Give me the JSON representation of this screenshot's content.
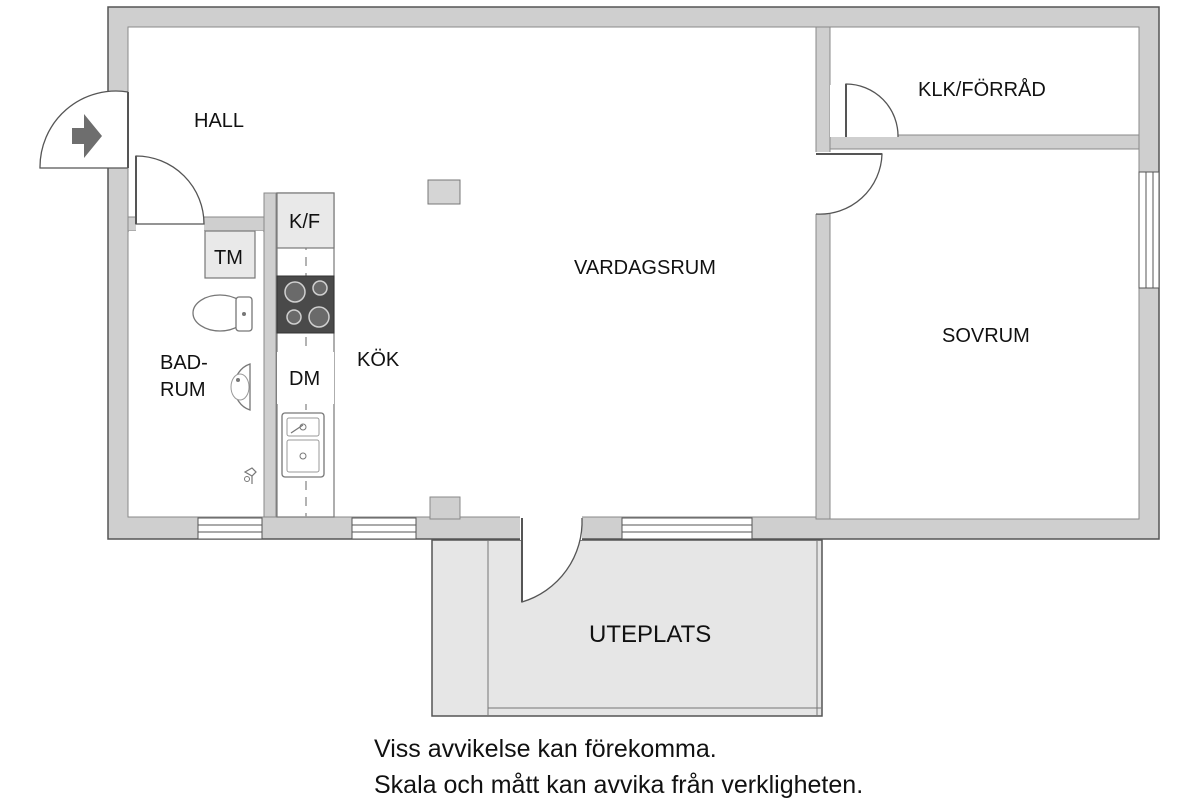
{
  "rooms": {
    "hall": "HALL",
    "klk_forrad": "KLK/FÖRRÅD",
    "vardagsrum": "VARDAGSRUM",
    "sovrum": "SOVRUM",
    "kok": "KÖK",
    "badrum_line1": "BAD-",
    "badrum_line2": "RUM",
    "uteplats": "UTEPLATS"
  },
  "fixtures": {
    "tm": "TM",
    "kf": "K/F",
    "dm": "DM"
  },
  "disclaimer": {
    "line1": "Viss avvikelse kan förekomma.",
    "line2": "Skala och mått kan avvika från verkligheten."
  },
  "colors": {
    "wall": "#cfcfcf",
    "wall_edge": "#8a8a8a",
    "outline": "#555555",
    "floor": "#ffffff",
    "terrace": "#e6e6e6",
    "appliance": "#e9e9e9",
    "hob": "#4a4a4a",
    "entry_arrow": "#6e6e6e"
  }
}
